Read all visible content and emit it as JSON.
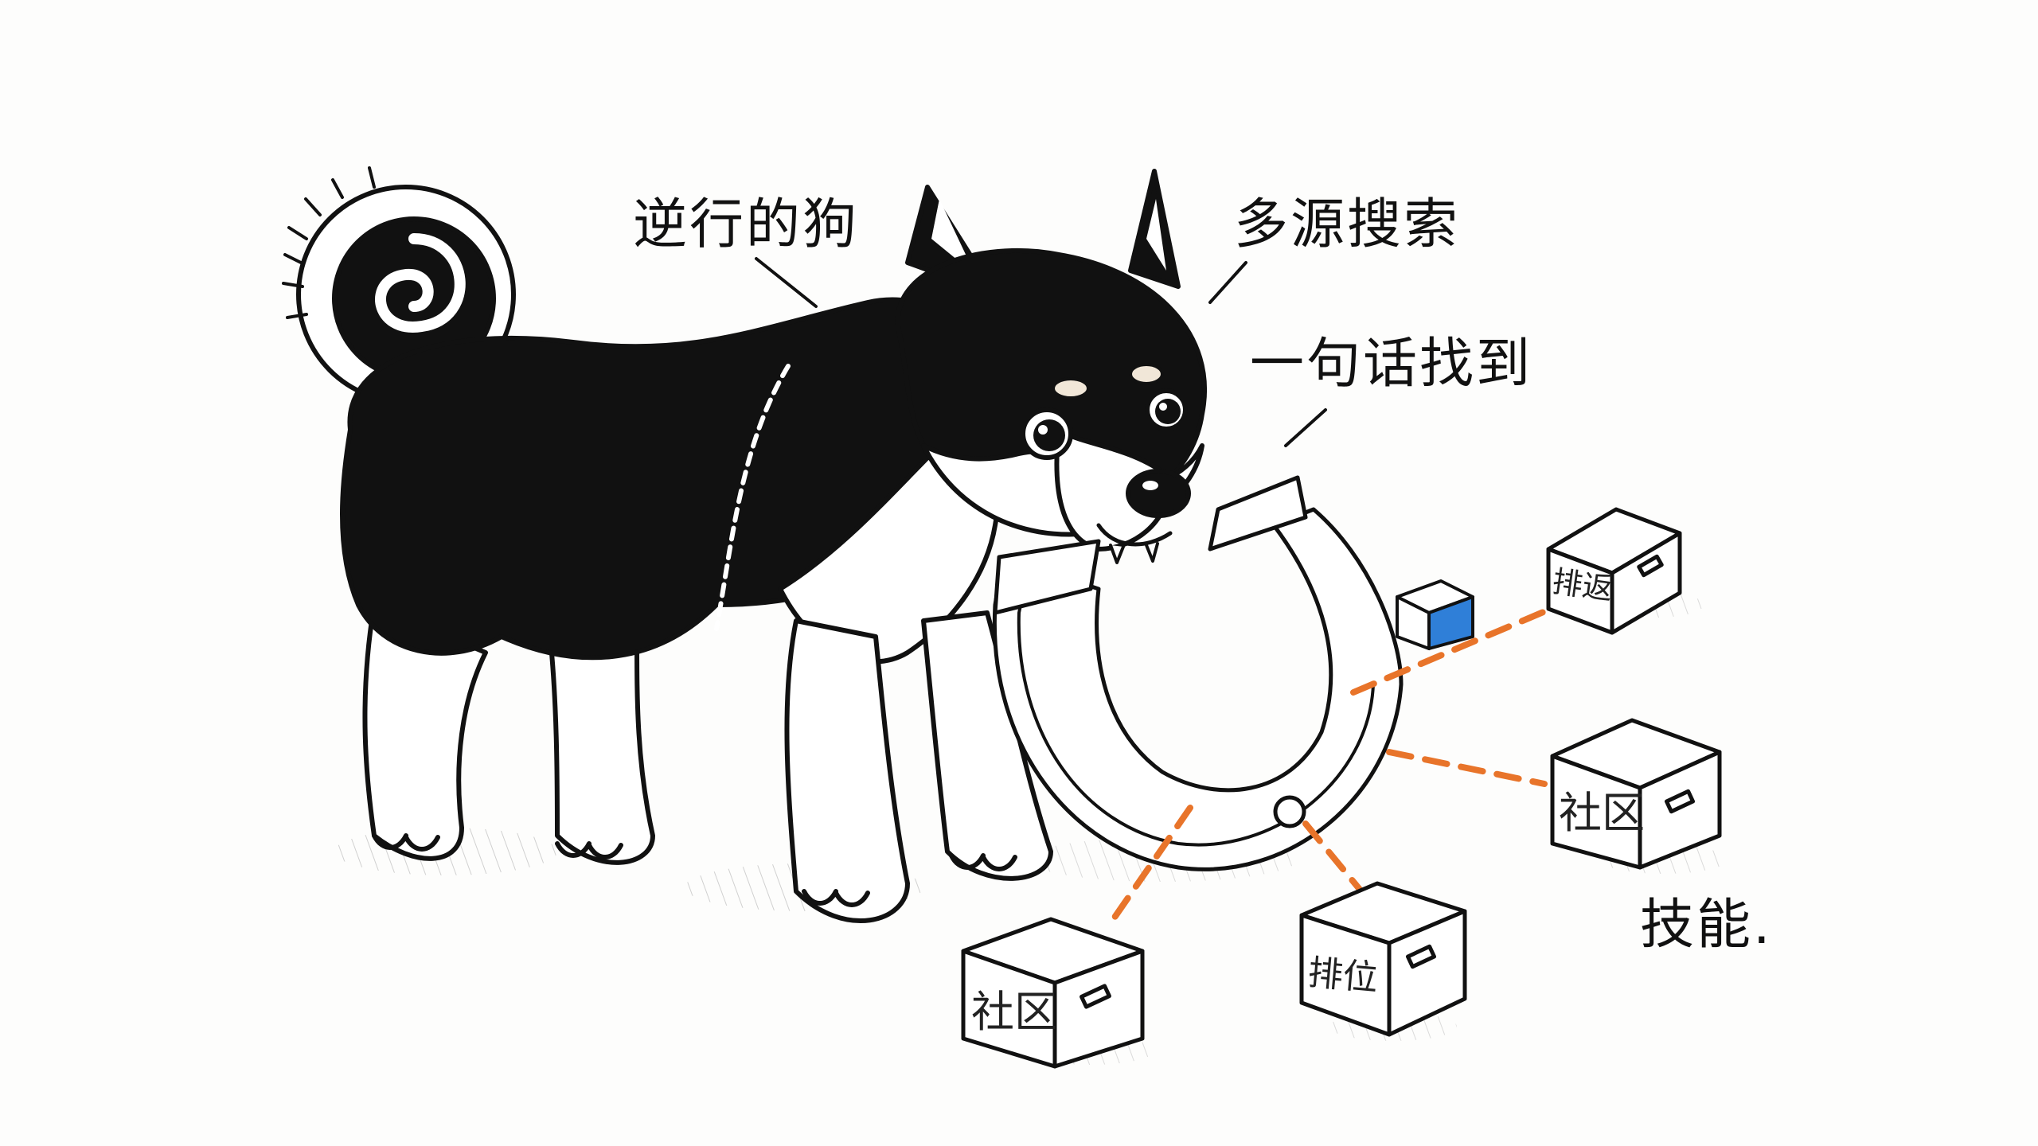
{
  "labels": {
    "reverse_dog": "逆行的狗",
    "multi_source_search": "多源搜索",
    "one_sentence_find": "一句话找到",
    "skills": "技能."
  },
  "boxes": {
    "top_right": "排返",
    "middle_right": "社区",
    "bottom_middle": "排位",
    "bottom_left": "社区"
  },
  "colors": {
    "ink": "#111111",
    "background": "#fdfdfc",
    "accent_dash": "#e8742a",
    "cube_blue": "#2f7fd8"
  },
  "icons": {
    "dog": "shiba-dog-illustration",
    "magnet": "horseshoe-magnet-icon",
    "boxes": "storage-box-icon",
    "cube": "small-cube-icon"
  }
}
